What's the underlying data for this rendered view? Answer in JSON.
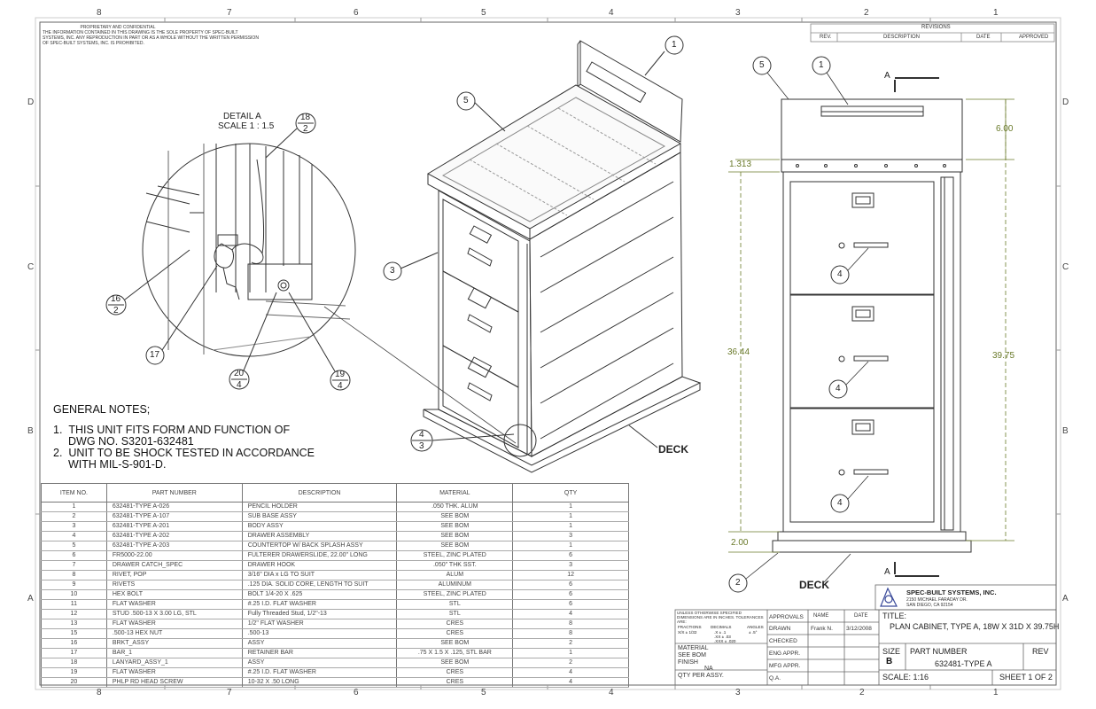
{
  "zones": {
    "columns": [
      "8",
      "7",
      "6",
      "5",
      "4",
      "3",
      "2",
      "1"
    ],
    "rows": [
      "D",
      "C",
      "B",
      "A"
    ]
  },
  "proprietary": {
    "title": "PROPRIETARY AND CONFIDENTIAL",
    "body": "THE INFORMATION CONTAINED IN THIS DRAWING IS THE SOLE PROPERTY OF SPEC-BUILT SYSTEMS, INC.  ANY REPRODUCTION IN PART OR AS A WHOLE WITHOUT THE WRITTEN PERMISSION OF SPEC-BUILT SYSTEMS, INC. IS PROHIBITED."
  },
  "revisions": {
    "title": "REVISIONS",
    "columns": [
      "REV.",
      "DESCRIPTION",
      "DATE",
      "APPROVED"
    ]
  },
  "detail": {
    "title": "DETAIL A",
    "scale": "SCALE 1 : 1.5",
    "balloons": [
      {
        "top": "18",
        "bottom": "2"
      },
      {
        "top": "16",
        "bottom": "2"
      },
      {
        "top": "17",
        "bottom": ""
      },
      {
        "top": "20",
        "bottom": "4"
      },
      {
        "top": "19",
        "bottom": "4"
      }
    ]
  },
  "iso": {
    "balloons": [
      "1",
      "5",
      "3"
    ],
    "stack_balloon": {
      "top": "4",
      "bottom": "3"
    },
    "deck_label": "DECK"
  },
  "front": {
    "section_marker": "A",
    "balloons": [
      "5",
      "1",
      "2",
      "4",
      "4",
      "4"
    ],
    "deck_label": "DECK",
    "dims": {
      "top_height": "6.00",
      "ledge": "1.313",
      "body": "36.44",
      "overall": "39.75",
      "base": "2.00"
    }
  },
  "notes": {
    "heading": "GENERAL NOTES;",
    "items": [
      {
        "num": "1.",
        "line1": "THIS UNIT FITS FORM AND FUNCTION OF",
        "line2": "DWG NO. S3201-632481"
      },
      {
        "num": "2.",
        "line1": "UNIT TO BE SHOCK TESTED IN ACCORDANCE",
        "line2": "WITH MIL-S-901-D."
      }
    ]
  },
  "bom": {
    "headers": [
      "ITEM NO.",
      "PART NUMBER",
      "DESCRIPTION",
      "MATERIAL",
      "QTY"
    ],
    "rows": [
      [
        "1",
        "632481-TYPE A-026",
        "PENCIL HOLDER",
        ".050 THK. ALUM",
        "1"
      ],
      [
        "2",
        "632481-TYPE A-107",
        "SUB BASE ASSY",
        "SEE BOM",
        "1"
      ],
      [
        "3",
        "632481-TYPE A-201",
        "BODY ASSY",
        "SEE BOM",
        "1"
      ],
      [
        "4",
        "632481-TYPE A-202",
        "DRAWER ASSEMBLY",
        "SEE BOM",
        "3"
      ],
      [
        "5",
        "632481-TYPE A-203",
        "COUNTERTOP W/ BACK SPLASH ASSY",
        "SEE BOM",
        "1"
      ],
      [
        "6",
        "FR5000-22.00",
        "FULTERER DRAWERSLIDE, 22.00\" LONG",
        "STEEL, ZINC PLATED",
        "6"
      ],
      [
        "7",
        "DRAWER CATCH_SPEC",
        "DRAWER HOOK",
        ".050\" THK SST.",
        "3"
      ],
      [
        "8",
        "RIVET, POP",
        "3/16\" DIA x LG TO SUIT",
        "ALUM",
        "12"
      ],
      [
        "9",
        "RIVETS",
        ".125 DIA. SOLID CORE, LENGTH TO SUIT",
        "ALUMINUM",
        "6"
      ],
      [
        "10",
        "HEX BOLT",
        "BOLT 1/4-20 X .625",
        "STEEL, ZINC PLATED",
        "6"
      ],
      [
        "11",
        "FLAT WASHER",
        "#.25 I.D. FLAT WASHER",
        "STL",
        "6"
      ],
      [
        "12",
        "STUD .500-13 X 3.00 LG, STL",
        "Fully Threaded Stud, 1/2\"-13",
        "STL",
        "4"
      ],
      [
        "13",
        "FLAT WASHER",
        "1/2\" FLAT WASHER",
        "CRES",
        "8"
      ],
      [
        "15",
        ".500-13 HEX NUT",
        ".500-13",
        "CRES",
        "8"
      ],
      [
        "16",
        "BRKT_ASSY",
        "ASSY",
        "SEE BOM",
        "2"
      ],
      [
        "17",
        "BAR_1",
        "RETAINER BAR",
        ".75 X 1.5 X .125, STL BAR",
        "1"
      ],
      [
        "18",
        "LANYARD_ASSY_1",
        "ASSY",
        "SEE BOM",
        "2"
      ],
      [
        "19",
        "FLAT WASHER",
        "#.25 I.D. FLAT WASHER",
        "CRES",
        "4"
      ],
      [
        "20",
        "PHLP RD HEAD SCREW",
        "10-32 X .50 LONG",
        "CRES",
        "4"
      ]
    ]
  },
  "title_block": {
    "tolerance": "UNLESS OTHERWISE SPECIFIED DIMENSIONS ARE IN INCHES.  TOLERANCES ARE:",
    "fractions_label": "FRACTIONS",
    "fractions_val": "X/X ± 1/32",
    "decimals_label": "DECIMALS",
    "decimals_vals": [
      ".X  ± .1",
      ".XX ± .03",
      ".XXX ± .020"
    ],
    "angles_label": "ANGLES",
    "angles_val": "± .5°",
    "material_label": "MATERIAL",
    "material_val": "SEE BOM",
    "finish_label": "FINISH",
    "finish_val": "NA",
    "qty_label": "QTY PER ASSY.",
    "approvals": "APPROVALS",
    "name": "NAME",
    "date": "DATE",
    "drawn": "DRAWN",
    "drawn_name": "Frank N.",
    "drawn_date": "3/12/2008",
    "checked": "CHECKED",
    "eng": "ENG APPR.",
    "mfg": "MFG APPR.",
    "qa": "Q.A.",
    "company": "SPEC-BUILT SYSTEMS, INC.",
    "address1": "2150 MICHAEL FARADAY DR.",
    "address2": "SAN DIEGO, CA 92154",
    "title_label": "TITLE:",
    "title": "PLAN CABINET, TYPE A, 18W X 31D X 39.75H",
    "size_label": "SIZE",
    "size": "B",
    "part_label": "PART NUMBER",
    "part": "632481-TYPE A",
    "rev_label": "REV",
    "scale": "SCALE: 1:16",
    "sheet": "SHEET 1 OF 2"
  }
}
